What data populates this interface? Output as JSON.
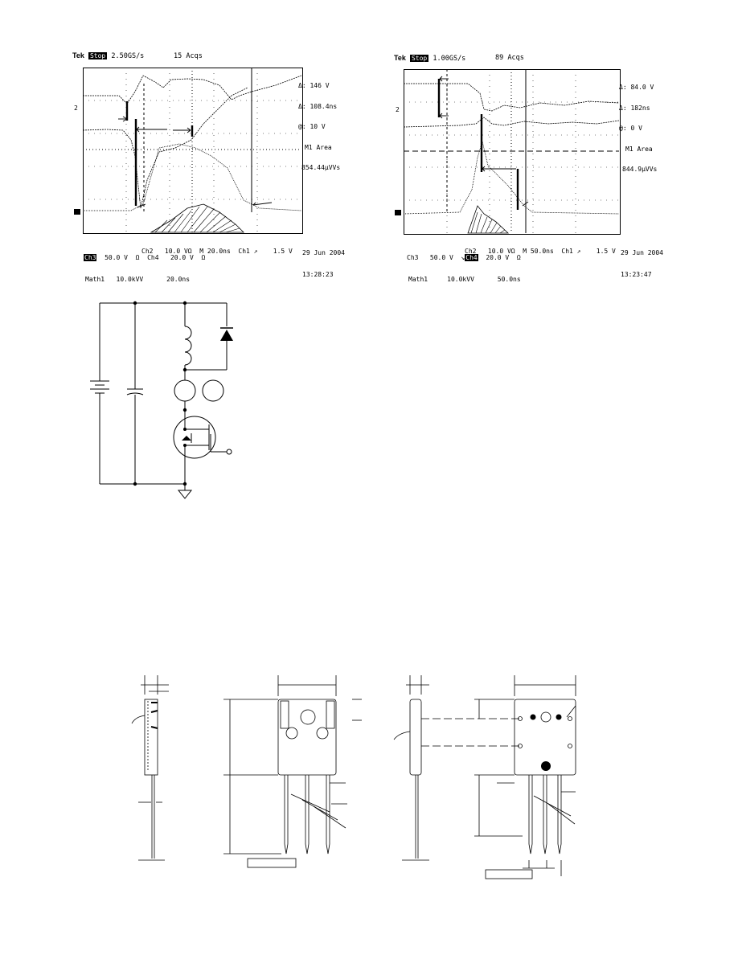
{
  "scope_left": {
    "brand": "Tek",
    "state": "Stop",
    "sample_rate": "2.50GS/s",
    "acqs": "15 Acqs",
    "readout": [
      "Δ: 146 V",
      "Δ: 108.4ns",
      "@: 10 V",
      "M1 Area",
      "854.44μVVs"
    ],
    "marker_2": "2",
    "ch_line1": "Ch2   10.0 VΩ  M 20.0ns  Ch1 ↗    1.5 V",
    "ch_line2_ch3": "Ch3",
    "ch_line2_rest": "  50.0 V  Ω  Ch4   20.0 V  Ω",
    "math_line": "Math1   10.0kVV      20.0ns",
    "date": "29 Jun 2004",
    "time": "13:28:23"
  },
  "scope_right": {
    "brand": "Tek",
    "state": "Stop",
    "sample_rate": "1.00GS/s",
    "acqs": "89 Acqs",
    "readout": [
      "Δ: 84.0 V",
      "Δ: 182ns",
      "@: 0 V",
      "M1 Area",
      "844.9μVVs"
    ],
    "marker_2": "2",
    "ch_line1": "Ch2   10.0 VΩ  M 50.0ns  Ch1 ↗    1.5 V",
    "ch_line2_a": "Ch3   50.0 V  ↘",
    "ch_line2_ch4": "Ch4",
    "ch_line2_b": "  20.0 V  Ω",
    "math_line": "Math1     10.0kVV      50.0ns",
    "date": "29 Jun 2004",
    "time": "13:23:47"
  }
}
